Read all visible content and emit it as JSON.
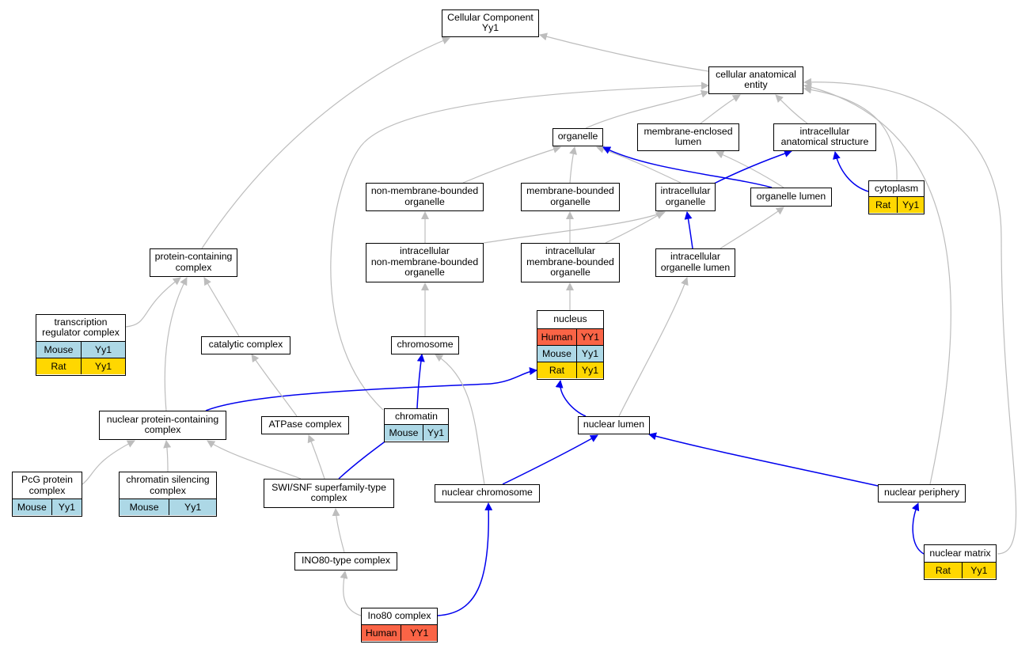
{
  "colors": {
    "edge_is_a": "#bdbdbd",
    "edge_part_of": "#0000ee",
    "species": {
      "Human": "#fa6446",
      "Mouse": "#add8e6",
      "Rat": "#ffd700"
    }
  },
  "nodes": [
    {
      "id": "cellular-component",
      "label": "Cellular Component\nYy1",
      "species": []
    },
    {
      "id": "cellular-anatomical-entity",
      "label": "cellular anatomical\nentity",
      "species": []
    },
    {
      "id": "organelle",
      "label": "organelle",
      "species": []
    },
    {
      "id": "membrane-enclosed-lumen",
      "label": "membrane-enclosed\nlumen",
      "species": []
    },
    {
      "id": "intracellular-anatomical-structure",
      "label": "intracellular\nanatomical structure",
      "species": []
    },
    {
      "id": "non-membrane-bounded-organelle",
      "label": "non-membrane-bounded\norganelle",
      "species": []
    },
    {
      "id": "membrane-bounded-organelle",
      "label": "membrane-bounded\norganelle",
      "species": []
    },
    {
      "id": "intracellular-organelle",
      "label": "intracellular\norganelle",
      "species": []
    },
    {
      "id": "organelle-lumen",
      "label": "organelle lumen",
      "species": []
    },
    {
      "id": "cytoplasm",
      "label": "cytoplasm",
      "species": [
        {
          "name": "Rat",
          "gene": "Yy1"
        }
      ]
    },
    {
      "id": "protein-containing-complex",
      "label": "protein-containing\ncomplex",
      "species": []
    },
    {
      "id": "intracellular-non-membrane-bounded-organelle",
      "label": "intracellular\nnon-membrane-bounded\norganelle",
      "species": []
    },
    {
      "id": "intracellular-membrane-bounded-organelle",
      "label": "intracellular\nmembrane-bounded\norganelle",
      "species": []
    },
    {
      "id": "intracellular-organelle-lumen",
      "label": "intracellular\norganelle lumen",
      "species": []
    },
    {
      "id": "transcription-regulator-complex",
      "label": "transcription\nregulator complex",
      "species": [
        {
          "name": "Mouse",
          "gene": "Yy1"
        },
        {
          "name": "Rat",
          "gene": "Yy1"
        }
      ]
    },
    {
      "id": "catalytic-complex",
      "label": "catalytic complex",
      "species": []
    },
    {
      "id": "chromosome",
      "label": "chromosome",
      "species": []
    },
    {
      "id": "nucleus",
      "label": "nucleus",
      "species": [
        {
          "name": "Human",
          "gene": "YY1"
        },
        {
          "name": "Mouse",
          "gene": "Yy1"
        },
        {
          "name": "Rat",
          "gene": "Yy1"
        }
      ]
    },
    {
      "id": "nuclear-protein-containing-complex",
      "label": "nuclear protein-containing\ncomplex",
      "species": []
    },
    {
      "id": "atpase-complex",
      "label": "ATPase complex",
      "species": []
    },
    {
      "id": "chromatin",
      "label": "chromatin",
      "species": [
        {
          "name": "Mouse",
          "gene": "Yy1"
        }
      ]
    },
    {
      "id": "nuclear-lumen",
      "label": "nuclear lumen",
      "species": []
    },
    {
      "id": "pcg-protein-complex",
      "label": "PcG protein\ncomplex",
      "species": [
        {
          "name": "Mouse",
          "gene": "Yy1"
        }
      ]
    },
    {
      "id": "chromatin-silencing-complex",
      "label": "chromatin silencing\ncomplex",
      "species": [
        {
          "name": "Mouse",
          "gene": "Yy1"
        }
      ]
    },
    {
      "id": "swi-snf-superfamily-type-complex",
      "label": "SWI/SNF superfamily-type\ncomplex",
      "species": []
    },
    {
      "id": "nuclear-chromosome",
      "label": "nuclear chromosome",
      "species": []
    },
    {
      "id": "nuclear-periphery",
      "label": "nuclear periphery",
      "species": []
    },
    {
      "id": "ino80-type-complex",
      "label": "INO80-type complex",
      "species": []
    },
    {
      "id": "nuclear-matrix",
      "label": "nuclear matrix",
      "species": [
        {
          "name": "Rat",
          "gene": "Yy1"
        }
      ]
    },
    {
      "id": "ino80-complex",
      "label": "Ino80 complex",
      "species": [
        {
          "name": "Human",
          "gene": "YY1"
        }
      ]
    }
  ],
  "edges": [
    {
      "from": "cellular-anatomical-entity",
      "to": "cellular-component",
      "type": "is_a"
    },
    {
      "from": "protein-containing-complex",
      "to": "cellular-component",
      "type": "is_a"
    },
    {
      "from": "organelle",
      "to": "cellular-anatomical-entity",
      "type": "is_a"
    },
    {
      "from": "membrane-enclosed-lumen",
      "to": "cellular-anatomical-entity",
      "type": "is_a"
    },
    {
      "from": "intracellular-anatomical-structure",
      "to": "cellular-anatomical-entity",
      "type": "is_a"
    },
    {
      "from": "cytoplasm",
      "to": "cellular-anatomical-entity",
      "type": "is_a"
    },
    {
      "from": "chromatin",
      "to": "cellular-anatomical-entity",
      "type": "is_a"
    },
    {
      "from": "nuclear-periphery",
      "to": "cellular-anatomical-entity",
      "type": "is_a"
    },
    {
      "from": "nuclear-matrix",
      "to": "cellular-anatomical-entity",
      "type": "is_a"
    },
    {
      "from": "non-membrane-bounded-organelle",
      "to": "organelle",
      "type": "is_a"
    },
    {
      "from": "membrane-bounded-organelle",
      "to": "organelle",
      "type": "is_a"
    },
    {
      "from": "intracellular-organelle",
      "to": "organelle",
      "type": "is_a"
    },
    {
      "from": "organelle-lumen",
      "to": "organelle",
      "type": "part_of"
    },
    {
      "from": "organelle-lumen",
      "to": "membrane-enclosed-lumen",
      "type": "is_a"
    },
    {
      "from": "intracellular-organelle",
      "to": "intracellular-anatomical-structure",
      "type": "part_of"
    },
    {
      "from": "cytoplasm",
      "to": "intracellular-anatomical-structure",
      "type": "part_of"
    },
    {
      "from": "intracellular-non-membrane-bounded-organelle",
      "to": "non-membrane-bounded-organelle",
      "type": "is_a"
    },
    {
      "from": "intracellular-membrane-bounded-organelle",
      "to": "membrane-bounded-organelle",
      "type": "is_a"
    },
    {
      "from": "intracellular-non-membrane-bounded-organelle",
      "to": "intracellular-organelle",
      "type": "is_a"
    },
    {
      "from": "intracellular-membrane-bounded-organelle",
      "to": "intracellular-organelle",
      "type": "is_a"
    },
    {
      "from": "intracellular-organelle-lumen",
      "to": "intracellular-organelle",
      "type": "part_of"
    },
    {
      "from": "intracellular-organelle-lumen",
      "to": "organelle-lumen",
      "type": "is_a"
    },
    {
      "from": "chromosome",
      "to": "intracellular-non-membrane-bounded-organelle",
      "type": "is_a"
    },
    {
      "from": "nucleus",
      "to": "intracellular-membrane-bounded-organelle",
      "type": "is_a"
    },
    {
      "from": "nuclear-lumen",
      "to": "intracellular-organelle-lumen",
      "type": "is_a"
    },
    {
      "from": "transcription-regulator-complex",
      "to": "protein-containing-complex",
      "type": "is_a"
    },
    {
      "from": "catalytic-complex",
      "to": "protein-containing-complex",
      "type": "is_a"
    },
    {
      "from": "nuclear-protein-containing-complex",
      "to": "protein-containing-complex",
      "type": "is_a"
    },
    {
      "from": "nuclear-protein-containing-complex",
      "to": "nucleus",
      "type": "part_of"
    },
    {
      "from": "chromatin",
      "to": "chromosome",
      "type": "part_of"
    },
    {
      "from": "nuclear-chromosome",
      "to": "chromosome",
      "type": "is_a"
    },
    {
      "from": "nuclear-lumen",
      "to": "nucleus",
      "type": "part_of"
    },
    {
      "from": "atpase-complex",
      "to": "catalytic-complex",
      "type": "is_a"
    },
    {
      "from": "pcg-protein-complex",
      "to": "nuclear-protein-containing-complex",
      "type": "is_a"
    },
    {
      "from": "chromatin-silencing-complex",
      "to": "nuclear-protein-containing-complex",
      "type": "is_a"
    },
    {
      "from": "swi-snf-superfamily-type-complex",
      "to": "nuclear-protein-containing-complex",
      "type": "is_a"
    },
    {
      "from": "swi-snf-superfamily-type-complex",
      "to": "atpase-complex",
      "type": "is_a"
    },
    {
      "from": "swi-snf-superfamily-type-complex",
      "to": "chromatin",
      "type": "part_of"
    },
    {
      "from": "nuclear-chromosome",
      "to": "nuclear-lumen",
      "type": "part_of"
    },
    {
      "from": "nuclear-periphery",
      "to": "nuclear-lumen",
      "type": "part_of"
    },
    {
      "from": "ino80-type-complex",
      "to": "swi-snf-superfamily-type-complex",
      "type": "is_a"
    },
    {
      "from": "nuclear-matrix",
      "to": "nuclear-periphery",
      "type": "part_of"
    },
    {
      "from": "ino80-complex",
      "to": "ino80-type-complex",
      "type": "is_a"
    },
    {
      "from": "ino80-complex",
      "to": "nuclear-chromosome",
      "type": "part_of"
    }
  ]
}
